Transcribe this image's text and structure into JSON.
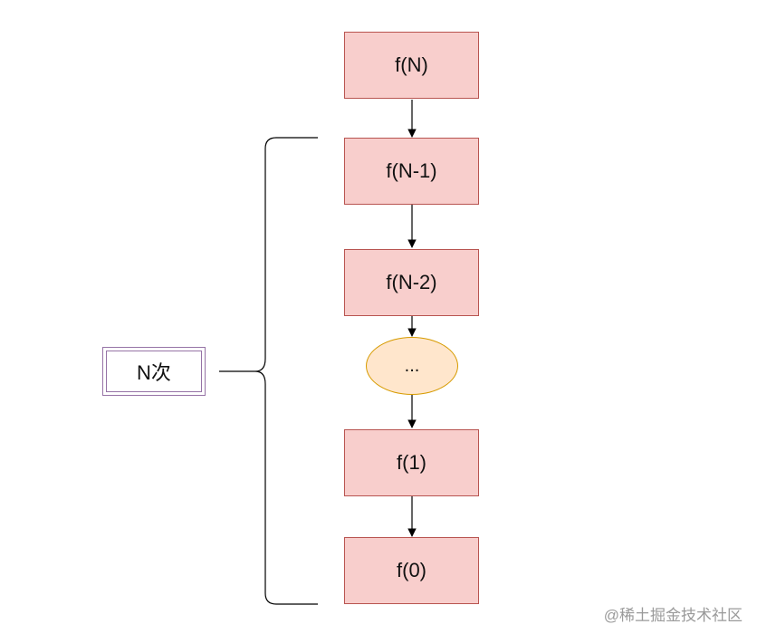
{
  "diagram": {
    "nodes": [
      {
        "id": "n",
        "label": "f(N)"
      },
      {
        "id": "n1",
        "label": "f(N-1)"
      },
      {
        "id": "n2",
        "label": "f(N-2)"
      },
      {
        "id": "dots",
        "label": "..."
      },
      {
        "id": "one",
        "label": "f(1)"
      },
      {
        "id": "zero",
        "label": "f(0)"
      }
    ],
    "count_label": "N次"
  },
  "watermark": "@稀土掘金技术社区",
  "colors": {
    "rect_fill": "#f8cecc",
    "rect_stroke": "#b85450",
    "ellipse_fill": "#ffe6cc",
    "ellipse_stroke": "#d79b00",
    "count_stroke": "#9673a6"
  }
}
